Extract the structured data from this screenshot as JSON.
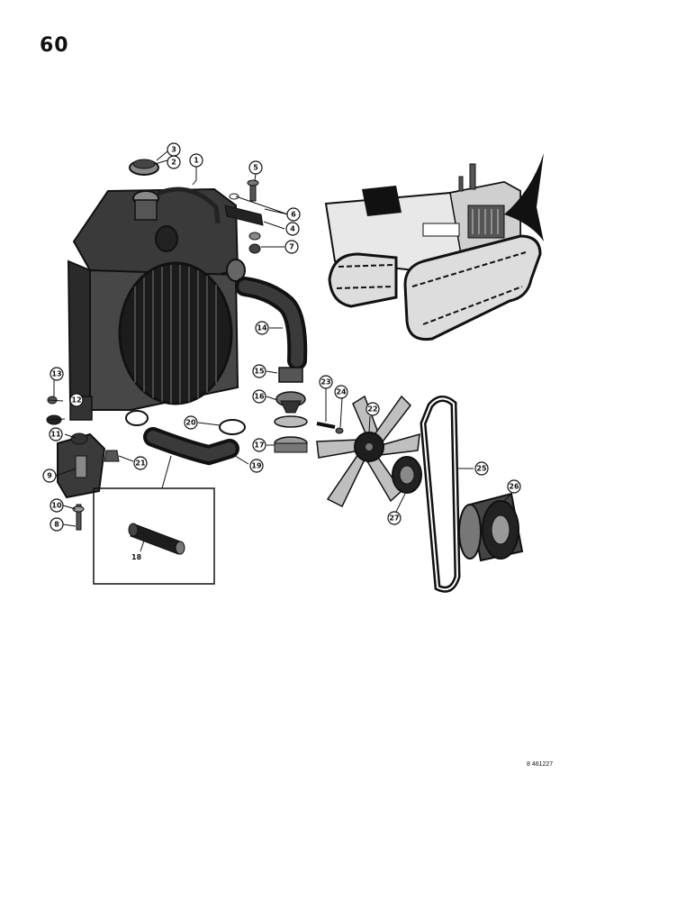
{
  "page": {
    "number": "60",
    "drawing_code": "8 461227"
  },
  "figure": {
    "callouts": [
      "1",
      "2",
      "3",
      "4",
      "5",
      "6",
      "7",
      "8",
      "9",
      "10",
      "11",
      "12",
      "13",
      "14",
      "15",
      "16",
      "17",
      "18",
      "19",
      "20",
      "21",
      "22",
      "23",
      "24",
      "25",
      "26",
      "27"
    ],
    "parts": [
      "radiator",
      "radiator-cap",
      "upper-hose",
      "lower-hose",
      "hose-detail",
      "thermostat",
      "fan",
      "fan-belt",
      "pulley",
      "fan-bearing",
      "tractor-illustration"
    ]
  },
  "colors": {
    "ink": "#111111",
    "paper": "#ffffff"
  }
}
